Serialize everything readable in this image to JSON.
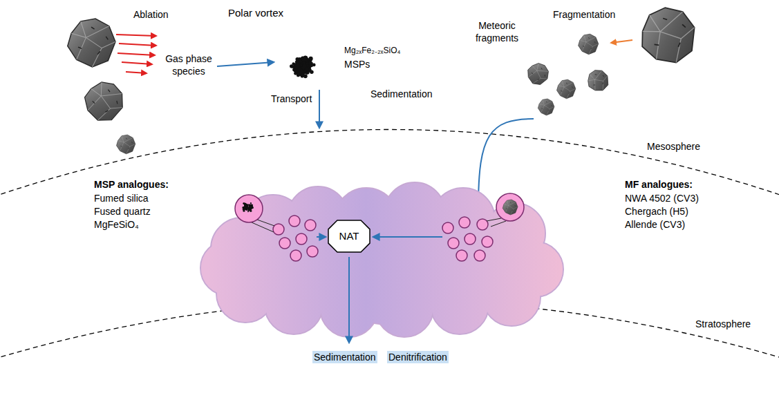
{
  "diagram": {
    "nodes": [
      {
        "text": [
          "Polar vortex"
        ]
      },
      {
        "text": [
          "NAT"
        ],
        "in": 0
      }
    ],
    "labels": [
      "Ablation",
      "Gas phase species",
      "Mg₂ₓFe₂₋₂ₓSiO₄",
      "MSPs",
      "Fragmentation",
      "Meteoric fragments",
      "Sedimentation",
      "Transport",
      "Mesosphere",
      "MSP analogues:",
      "Fumed silica",
      "Fused quartz",
      "MgFeSiO₄",
      "MF analogues:",
      "NWA 4502 (CV3)",
      "Chergach (H5)",
      "Allende (CV3)",
      "Sedimentation",
      "Denitrification",
      "Stratosphere"
    ]
  }
}
